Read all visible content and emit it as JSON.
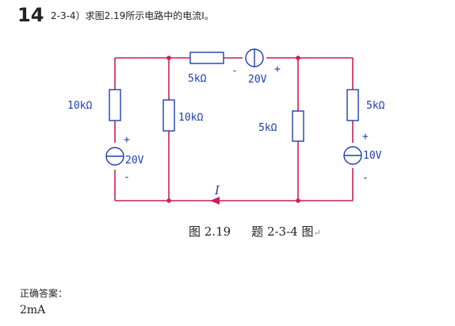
{
  "question": {
    "number": "14",
    "text": "2-3-4）求图2.19所示电路中的电流I。"
  },
  "circuit": {
    "labels": {
      "r_top": "5kΩ",
      "v_top": "20V",
      "r_left": "10kΩ",
      "v_left": "20V",
      "r_mid": "10kΩ",
      "r_mid2": "5kΩ",
      "r_right": "5kΩ",
      "v_right": "10V",
      "current": "I"
    },
    "colors": {
      "wire": "#cc1f5a",
      "component": "#1f3fae",
      "node": "#cc1f5a"
    }
  },
  "caption": {
    "figure": "图 2.19",
    "title": "题  2-3-4 图",
    "return_mark": "↵"
  },
  "answer": {
    "label": "正确答案：",
    "value": "2mA"
  }
}
